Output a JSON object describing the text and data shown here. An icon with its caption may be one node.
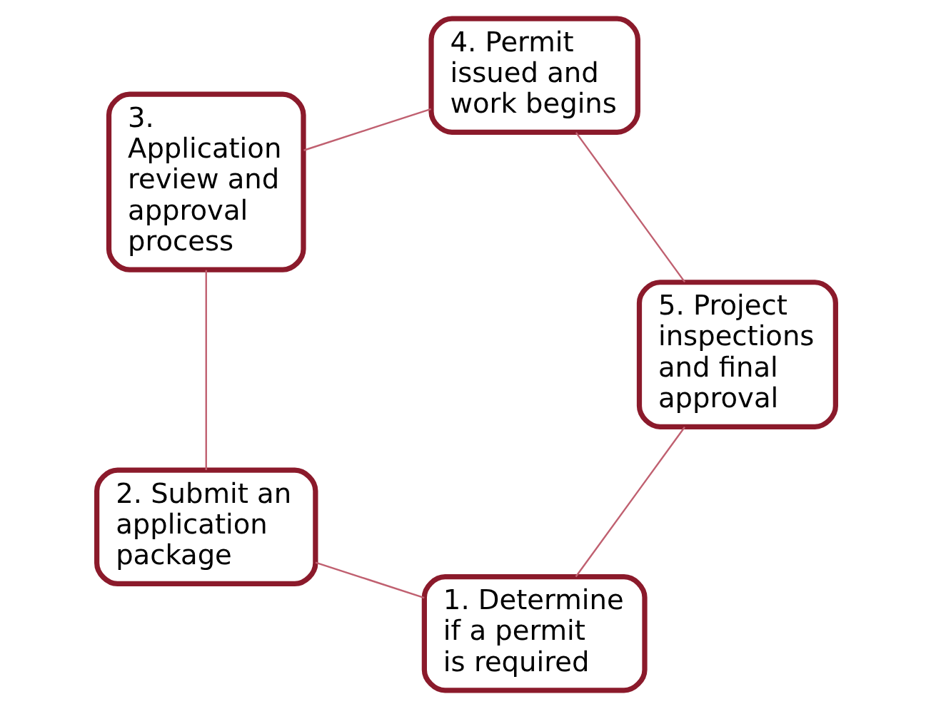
{
  "diagram": {
    "nodes": [
      {
        "text": [
          "1. Determine if a permit is required"
        ]
      },
      {
        "text": [
          "2. Submit an application package"
        ]
      },
      {
        "text": [
          "3. Application review and approval process"
        ]
      },
      {
        "text": [
          "4. Permit issued and work begins"
        ]
      },
      {
        "text": [
          "5. Project inspections and final approval"
        ]
      }
    ],
    "edges": [
      {
        "from": 0,
        "to": 1,
        "arrow": "none"
      },
      {
        "from": 1,
        "to": 2,
        "arrow": "none"
      },
      {
        "from": 2,
        "to": 3,
        "arrow": "none"
      },
      {
        "from": 3,
        "to": 4,
        "arrow": "none"
      },
      {
        "from": 4,
        "to": 0,
        "arrow": "none"
      }
    ]
  }
}
